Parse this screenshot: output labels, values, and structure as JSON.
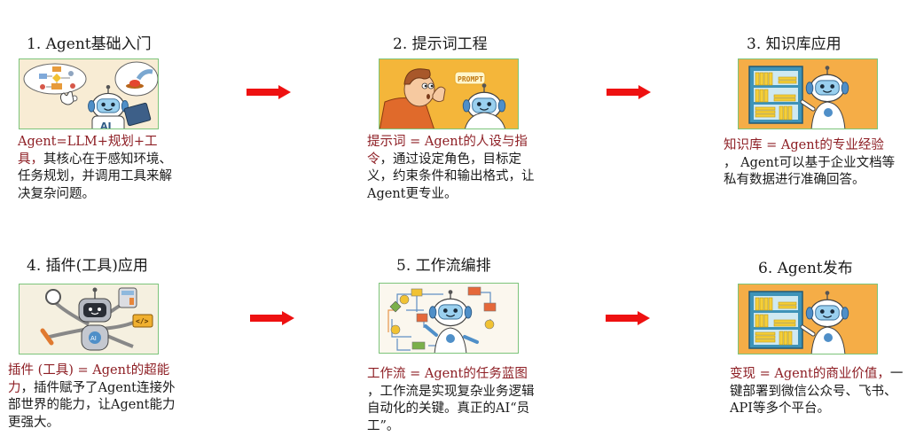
{
  "colors": {
    "highlight": "#8e1f25",
    "arrow": "#ee1111",
    "frame": "#7cc47a"
  },
  "steps": [
    {
      "title": "1. Agent基础入门",
      "illustration": "robot-with-tablet-and-flowchart",
      "highlight": "Agent=LLM+规划+工具，",
      "body": "其核心在于感知环境、任务规划，并调用工具来解决复杂问题。"
    },
    {
      "title": "2. 提示词工程",
      "illustration": "person-whispering-prompt-to-robot",
      "badge": "PROMPT",
      "highlight": "提示词 = Agent的人设与指令",
      "body": "，通过设定角色，目标定义，约束条件和输出格式，让Agent更专业。"
    },
    {
      "title": "3. 知识库应用",
      "illustration": "robot-pointing-at-bookshelf",
      "highlight": "知识库 = Agent的专业经验",
      "body": "， Agent可以基于企业文档等私有数据进行准确回答。"
    },
    {
      "title": "4. 插件(工具)应用",
      "illustration": "multi-armed-robot-with-tools",
      "badge": "</>",
      "highlight": "插件 (工具) = Agent的超能力",
      "body": "，插件赋予了Agent连接外部世界的能力，让Agent能力更强大。"
    },
    {
      "title": "5. 工作流编排",
      "illustration": "robot-with-workflow-diagram",
      "highlight": "工作流 = Agent的任务蓝图",
      "body": "，工作流是实现复杂业务逻辑自动化的关键。真正的AI“员工”。"
    },
    {
      "title": "6. Agent发布",
      "illustration": "robot-pointing-at-bookshelf",
      "highlight": "变现 = Agent的商业价值，",
      "body": "一键部署到微信公众号、飞书、API等多个平台。"
    }
  ],
  "arrows": [
    {
      "from": 1,
      "to": 2
    },
    {
      "from": 2,
      "to": 3
    },
    {
      "from": 4,
      "to": 5
    },
    {
      "from": 5,
      "to": 6
    }
  ]
}
